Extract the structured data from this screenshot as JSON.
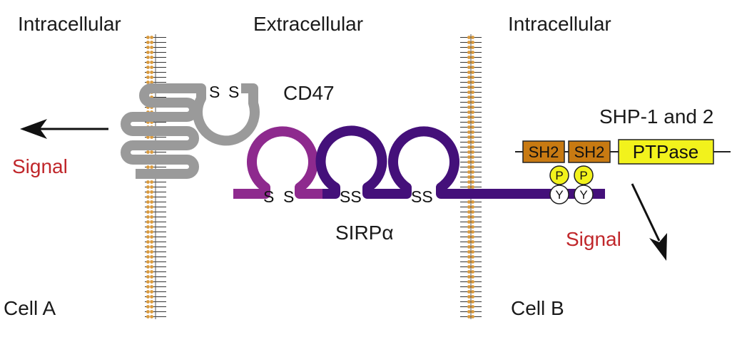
{
  "labels": {
    "region_left": "Intracellular",
    "region_middle": "Extracellular",
    "region_right": "Intracellular",
    "cell_a": "Cell A",
    "cell_b": "Cell B",
    "signal_left": "Signal",
    "signal_right": "Signal",
    "cd47": "CD47",
    "sirpa": "SIRPα",
    "shp": "SHP-1 and 2"
  },
  "domains": {
    "sh2_1": "SH2",
    "sh2_2": "SH2",
    "ptpase": "PTPase"
  },
  "residues": {
    "p1": "P",
    "p2": "P",
    "y1": "Y",
    "y2": "Y"
  },
  "disulfides": {
    "cd47_s1": "S",
    "cd47_s2": "S",
    "sirp_s1": "S",
    "sirp_s2": "S",
    "sirp_ss1": "SS",
    "sirp_ss2": "SS"
  },
  "colors": {
    "cd47": "#9a9a9a",
    "sirp_domain1": "#8e2a8e",
    "sirp_body": "#44107a",
    "membrane_head": "#d99a3e",
    "sh2": "#c87a12",
    "ptpase": "#f2f21c",
    "phospho": "#f2f21c",
    "signal_text": "#c0262a"
  }
}
